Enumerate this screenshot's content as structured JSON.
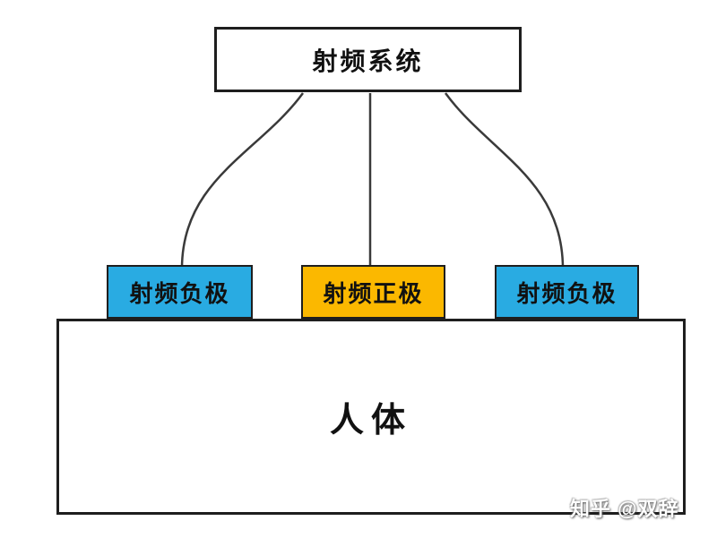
{
  "diagram": {
    "type": "block-diagram",
    "nodes": {
      "rf_system": {
        "label": "射频系统"
      },
      "electrode_left": {
        "label": "射频负极"
      },
      "electrode_center": {
        "label": "射频正极"
      },
      "electrode_right": {
        "label": "射频负极"
      },
      "body": {
        "label": "人体"
      }
    },
    "edges": [
      {
        "from": "rf_system",
        "to": "electrode_left",
        "style": "curved"
      },
      {
        "from": "rf_system",
        "to": "electrode_center",
        "style": "straight"
      },
      {
        "from": "rf_system",
        "to": "electrode_right",
        "style": "curved"
      }
    ],
    "colors": {
      "negative_electrode": "#29ABE2",
      "positive_electrode": "#FBB800",
      "node_fill": "#FFFFFF",
      "border": "#1E1E1E",
      "line": "#3A3A3A",
      "background": "#FFFFFF"
    }
  },
  "watermark": {
    "text": "知乎 @双辞"
  }
}
